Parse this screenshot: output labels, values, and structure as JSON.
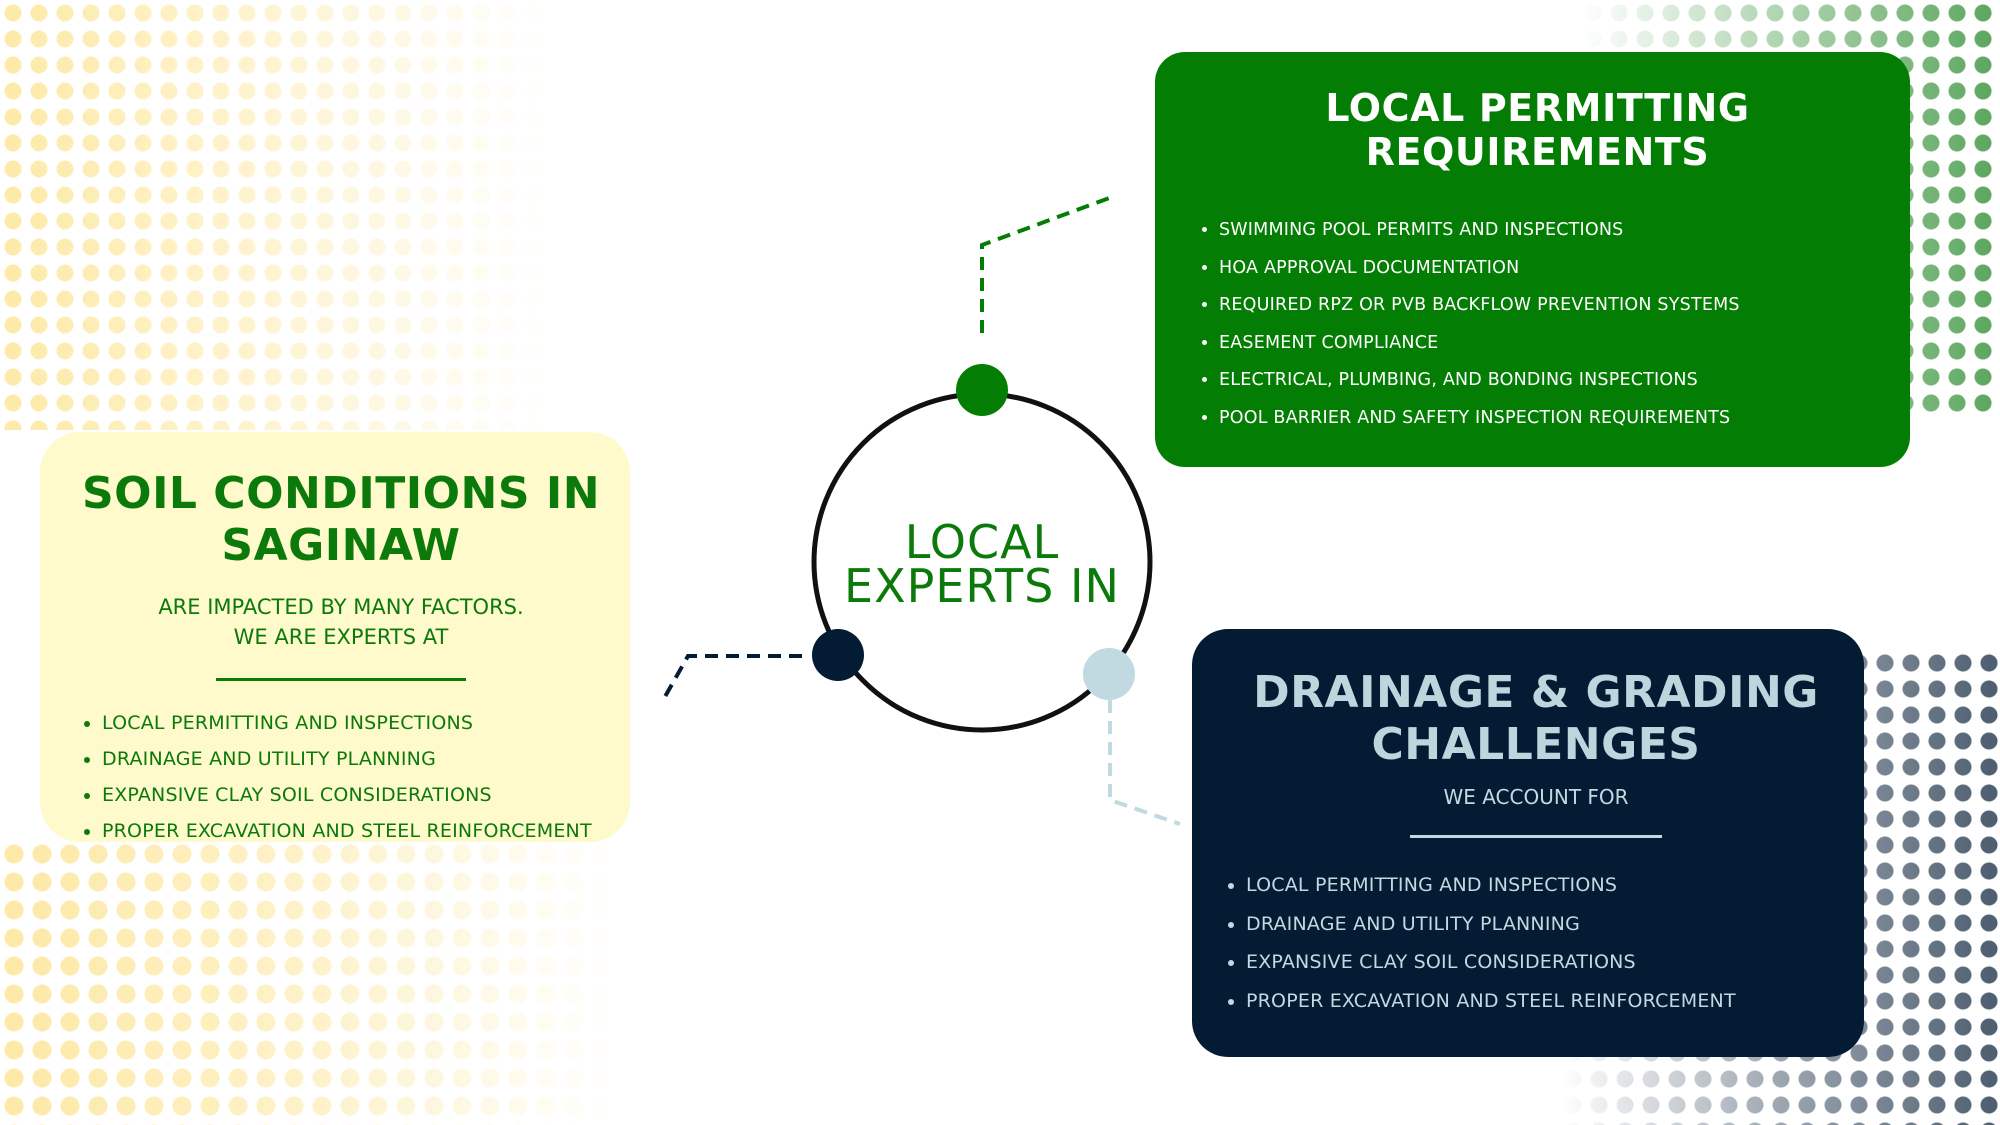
{
  "colors": {
    "green": "#047d04",
    "navy": "#041c33",
    "light_yellow": "#fefacb",
    "light_blue": "#c1d9e0",
    "ring": "#111111"
  },
  "center": {
    "title_line1": "LOCAL",
    "title_line2": "EXPERTS IN"
  },
  "soil": {
    "title_line1": "SOIL CONDITIONS IN",
    "title_line2": "SAGINAW",
    "subtitle_line1": "ARE IMPACTED BY MANY FACTORS.",
    "subtitle_line2": "WE ARE EXPERTS AT",
    "items": [
      "LOCAL PERMITTING AND INSPECTIONS",
      "DRAINAGE AND UTILITY PLANNING",
      "EXPANSIVE CLAY SOIL CONSIDERATIONS",
      "PROPER EXCAVATION AND STEEL REINFORCEMENT"
    ]
  },
  "permitting": {
    "title_line1": "LOCAL PERMITTING",
    "title_line2": "REQUIREMENTS",
    "items": [
      "SWIMMING POOL PERMITS AND INSPECTIONS",
      "HOA APPROVAL DOCUMENTATION",
      "REQUIRED RPZ OR PVB BACKFLOW PREVENTION SYSTEMS",
      "EASEMENT COMPLIANCE",
      "ELECTRICAL, PLUMBING, AND BONDING INSPECTIONS",
      "POOL BARRIER AND SAFETY INSPECTION REQUIREMENTS"
    ]
  },
  "drainage": {
    "title_line1": "DRAINAGE & GRADING",
    "title_line2": "CHALLENGES",
    "subtitle": "WE ACCOUNT FOR",
    "items": [
      "LOCAL PERMITTING AND INSPECTIONS",
      "DRAINAGE AND UTILITY PLANNING",
      "EXPANSIVE CLAY SOIL CONSIDERATIONS",
      "PROPER EXCAVATION AND STEEL REINFORCEMENT"
    ]
  }
}
